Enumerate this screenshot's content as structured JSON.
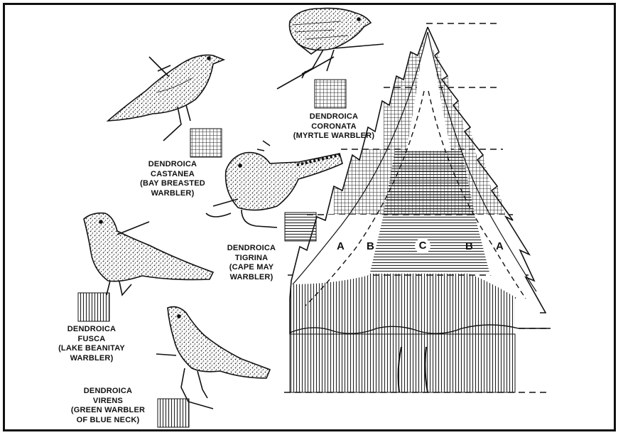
{
  "species": [
    {
      "genus": "DENDROICA",
      "name": "CORONATA",
      "common_1": "(MYRTLE WARBLER)",
      "common_2": ""
    },
    {
      "genus": "DENDROICA",
      "name": "CASTANEA",
      "common_1": "(BAY BREASTED",
      "common_2": "WARBLER)"
    },
    {
      "genus": "DENDROICA",
      "name": "TIGRINA",
      "common_1": "(CAPE MAY",
      "common_2": "WARBLER)"
    },
    {
      "genus": "DENDROICA",
      "name": "FUSCA",
      "common_1": "(LAKE BEANITAY",
      "common_2": "WARBLER)"
    },
    {
      "genus": "DENDROICA",
      "name": "VIRENS",
      "common_1": "(GREEN WARBLER",
      "common_2": "OF BLUE NECK)"
    }
  ],
  "zones": {
    "outer_left": "A",
    "middle_left": "B",
    "center": "C",
    "middle_right": "B",
    "outer_right": "A"
  },
  "colors": {
    "ink": "#111111",
    "background": "#ffffff",
    "frame": "#111111"
  }
}
